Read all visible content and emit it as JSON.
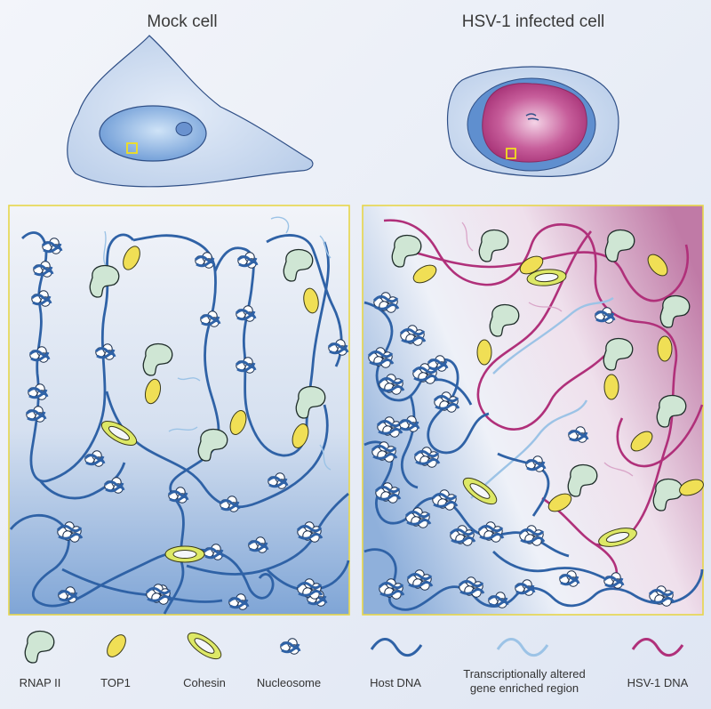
{
  "titles": {
    "mock": "Mock cell",
    "infected": "HSV-1 infected cell"
  },
  "legend": {
    "rnap": "RNAP II",
    "top1": "TOP1",
    "cohesin": "Cohesin",
    "nucleosome": "Nucleosome",
    "host_dna": "Host DNA",
    "altered_line1": "Transcriptionally altered",
    "altered_line2": "gene enriched region",
    "hsv_dna": "HSV-1 DNA"
  },
  "colors": {
    "host_dna": "#2f62a6",
    "altered_dna": "#9cc3e6",
    "hsv_dna": "#b0307a",
    "rnap": "#cfe6d4",
    "top1": "#f0df55",
    "cohesin": "#dde866",
    "panel_border": "#e7d64a",
    "nucleus_infected": "#b8408a"
  }
}
